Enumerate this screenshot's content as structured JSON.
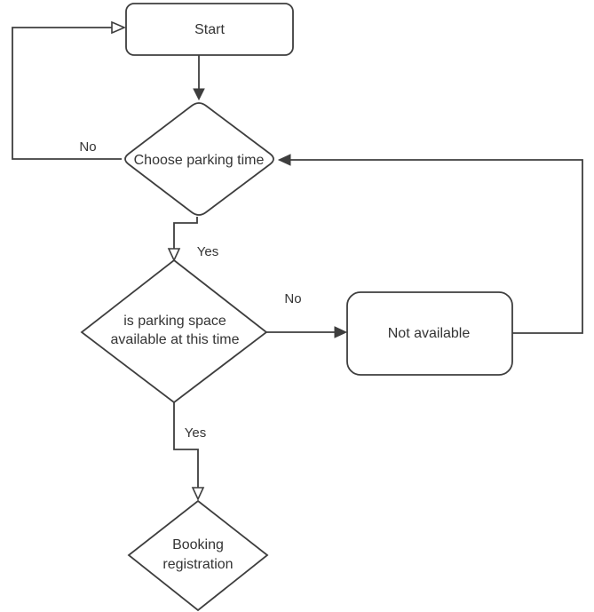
{
  "diagram_type": "flowchart",
  "colors": {
    "background": "#ffffff",
    "line": "#3e3e3e",
    "text": "#343434",
    "node_fill": "#ffffff"
  },
  "nodes": {
    "start": {
      "type": "rounded-rectangle",
      "label": "Start"
    },
    "choose_parking_time": {
      "type": "decision-diamond",
      "label": "Choose parking time"
    },
    "space_available": {
      "type": "decision-diamond",
      "label_line1": "is parking space",
      "label_line2": "available at this time"
    },
    "not_available": {
      "type": "rounded-rectangle",
      "label": "Not available"
    },
    "booking_registration": {
      "type": "decision-diamond",
      "label_line1": "Booking",
      "label_line2": "registration"
    }
  },
  "edge_labels": {
    "choose_no": "No",
    "choose_yes": "Yes",
    "available_no": "No",
    "available_yes": "Yes"
  }
}
